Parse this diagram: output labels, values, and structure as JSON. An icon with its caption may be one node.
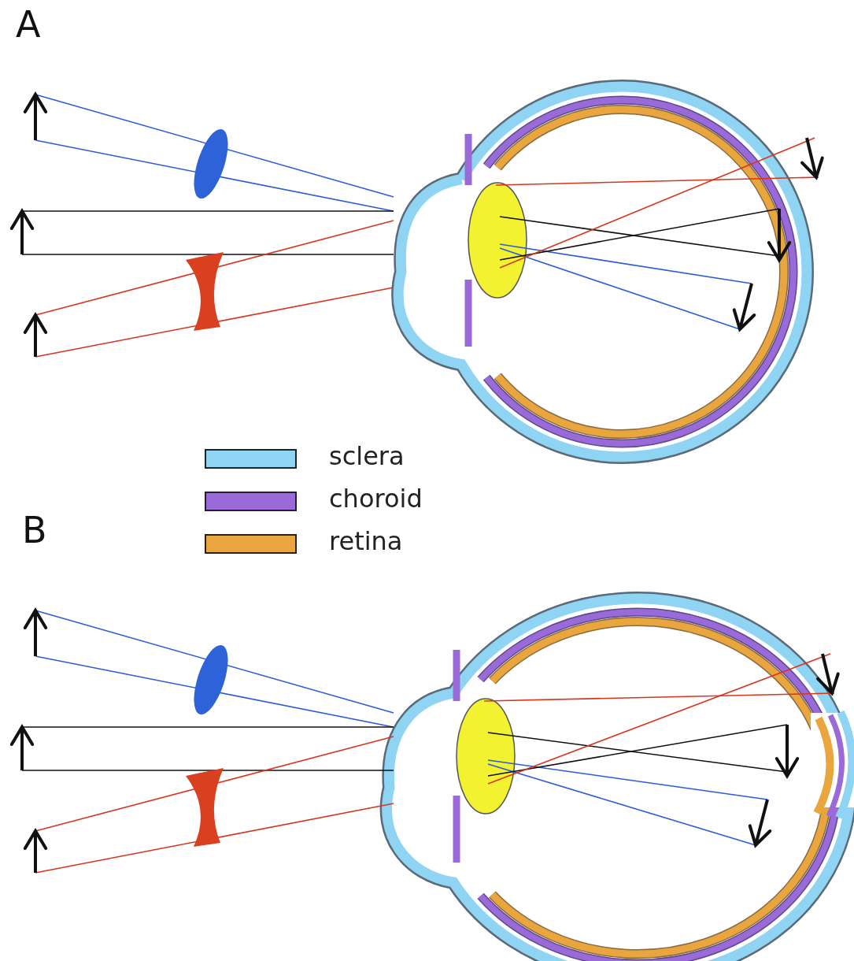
{
  "diagram": {
    "labels": [
      "A",
      "B"
    ],
    "legend": [
      {
        "text": "sclera",
        "color": "#8fd4f2"
      },
      {
        "text": "choroid",
        "color": "#9a6ad8"
      },
      {
        "text": "retina",
        "color": "#eaa63e"
      }
    ]
  }
}
